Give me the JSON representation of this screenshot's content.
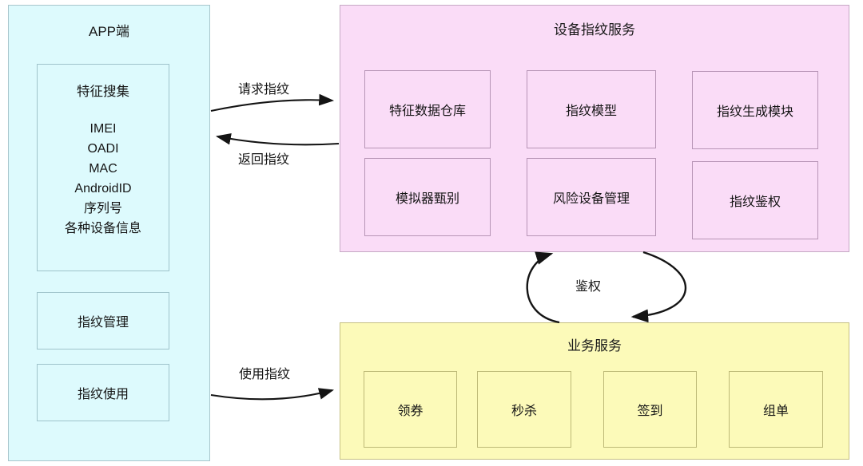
{
  "diagram": {
    "title_app": "APP端",
    "title_device_fingerprint_service": "设备指纹服务",
    "title_business_service": "业务服务",
    "colors": {
      "app_panel_fill": "#ddfafd",
      "app_panel_border": "#a8c6cc",
      "device_panel_fill": "#fadcf7",
      "device_panel_border": "#c5a9c4",
      "business_panel_fill": "#fcfab9",
      "business_panel_border": "#c5c083",
      "arrow_stroke": "#141414",
      "text": "#151515"
    }
  },
  "app": {
    "feature_collect": {
      "title": "特征搜集",
      "items": [
        "IMEI",
        "OADI",
        "MAC",
        "AndroidID",
        "序列号",
        "各种设备信息"
      ]
    },
    "fingerprint_manage": "指纹管理",
    "fingerprint_use": "指纹使用"
  },
  "device_service": {
    "modules": [
      "特征数据仓库",
      "指纹模型",
      "指纹生成模块",
      "模拟器甄别",
      "风险设备管理",
      "指纹鉴权"
    ]
  },
  "business_service": {
    "modules": [
      "领券",
      "秒杀",
      "签到",
      "组单"
    ]
  },
  "edges": [
    {
      "label": "请求指纹",
      "from": "app",
      "to": "device_service",
      "direction": "right"
    },
    {
      "label": "返回指纹",
      "from": "device_service",
      "to": "app",
      "direction": "left"
    },
    {
      "label": "使用指纹",
      "from": "app",
      "to": "business_service",
      "direction": "right"
    },
    {
      "label": "鉴权",
      "from": "business_service",
      "to": "device_service",
      "direction": "bidirectional"
    }
  ]
}
